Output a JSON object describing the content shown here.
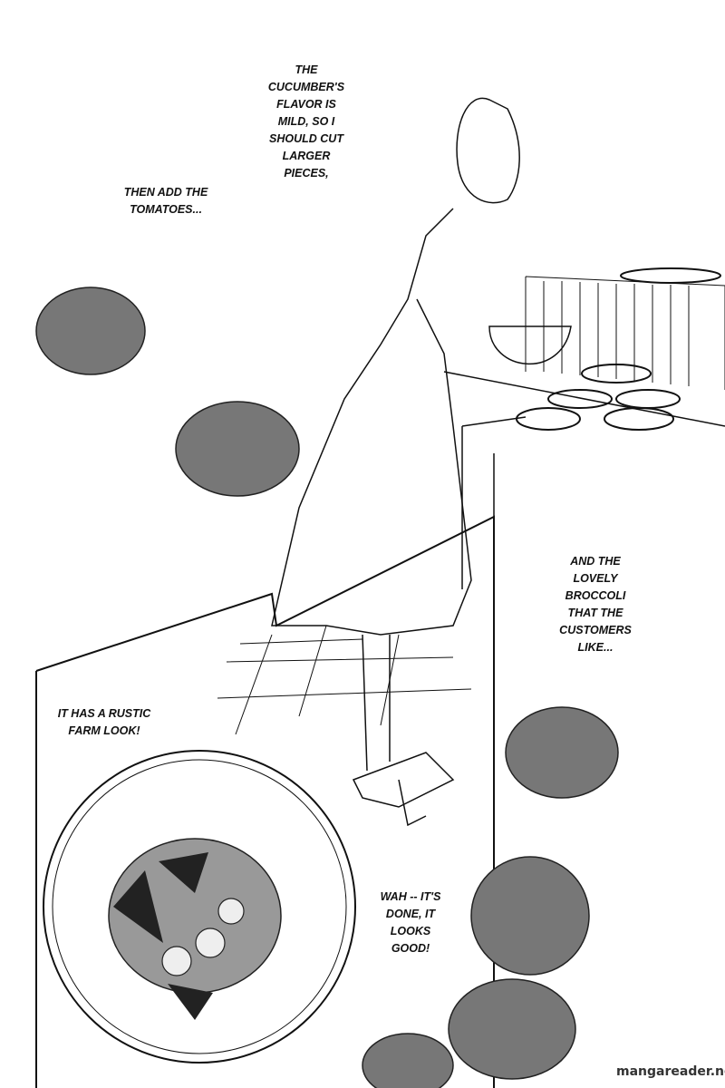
{
  "dialogue": {
    "cucumber": [
      "THE",
      "CUCUMBER'S",
      "FLAVOR IS",
      "MILD, SO I",
      "SHOULD CUT",
      "LARGER",
      "PIECES,"
    ],
    "tomatoes": [
      "THEN ADD THE",
      "TOMATOES..."
    ],
    "broccoli": [
      "AND THE",
      "LOVELY",
      "BROCCOLI",
      "THAT THE",
      "CUSTOMERS",
      "LIKE..."
    ],
    "rustic": [
      "IT HAS A RUSTIC",
      "FARM LOOK!"
    ],
    "done": [
      "WAH -- IT'S",
      "DONE, IT",
      "LOOKS",
      "GOOD!"
    ]
  },
  "watermark": "mangareader.net"
}
